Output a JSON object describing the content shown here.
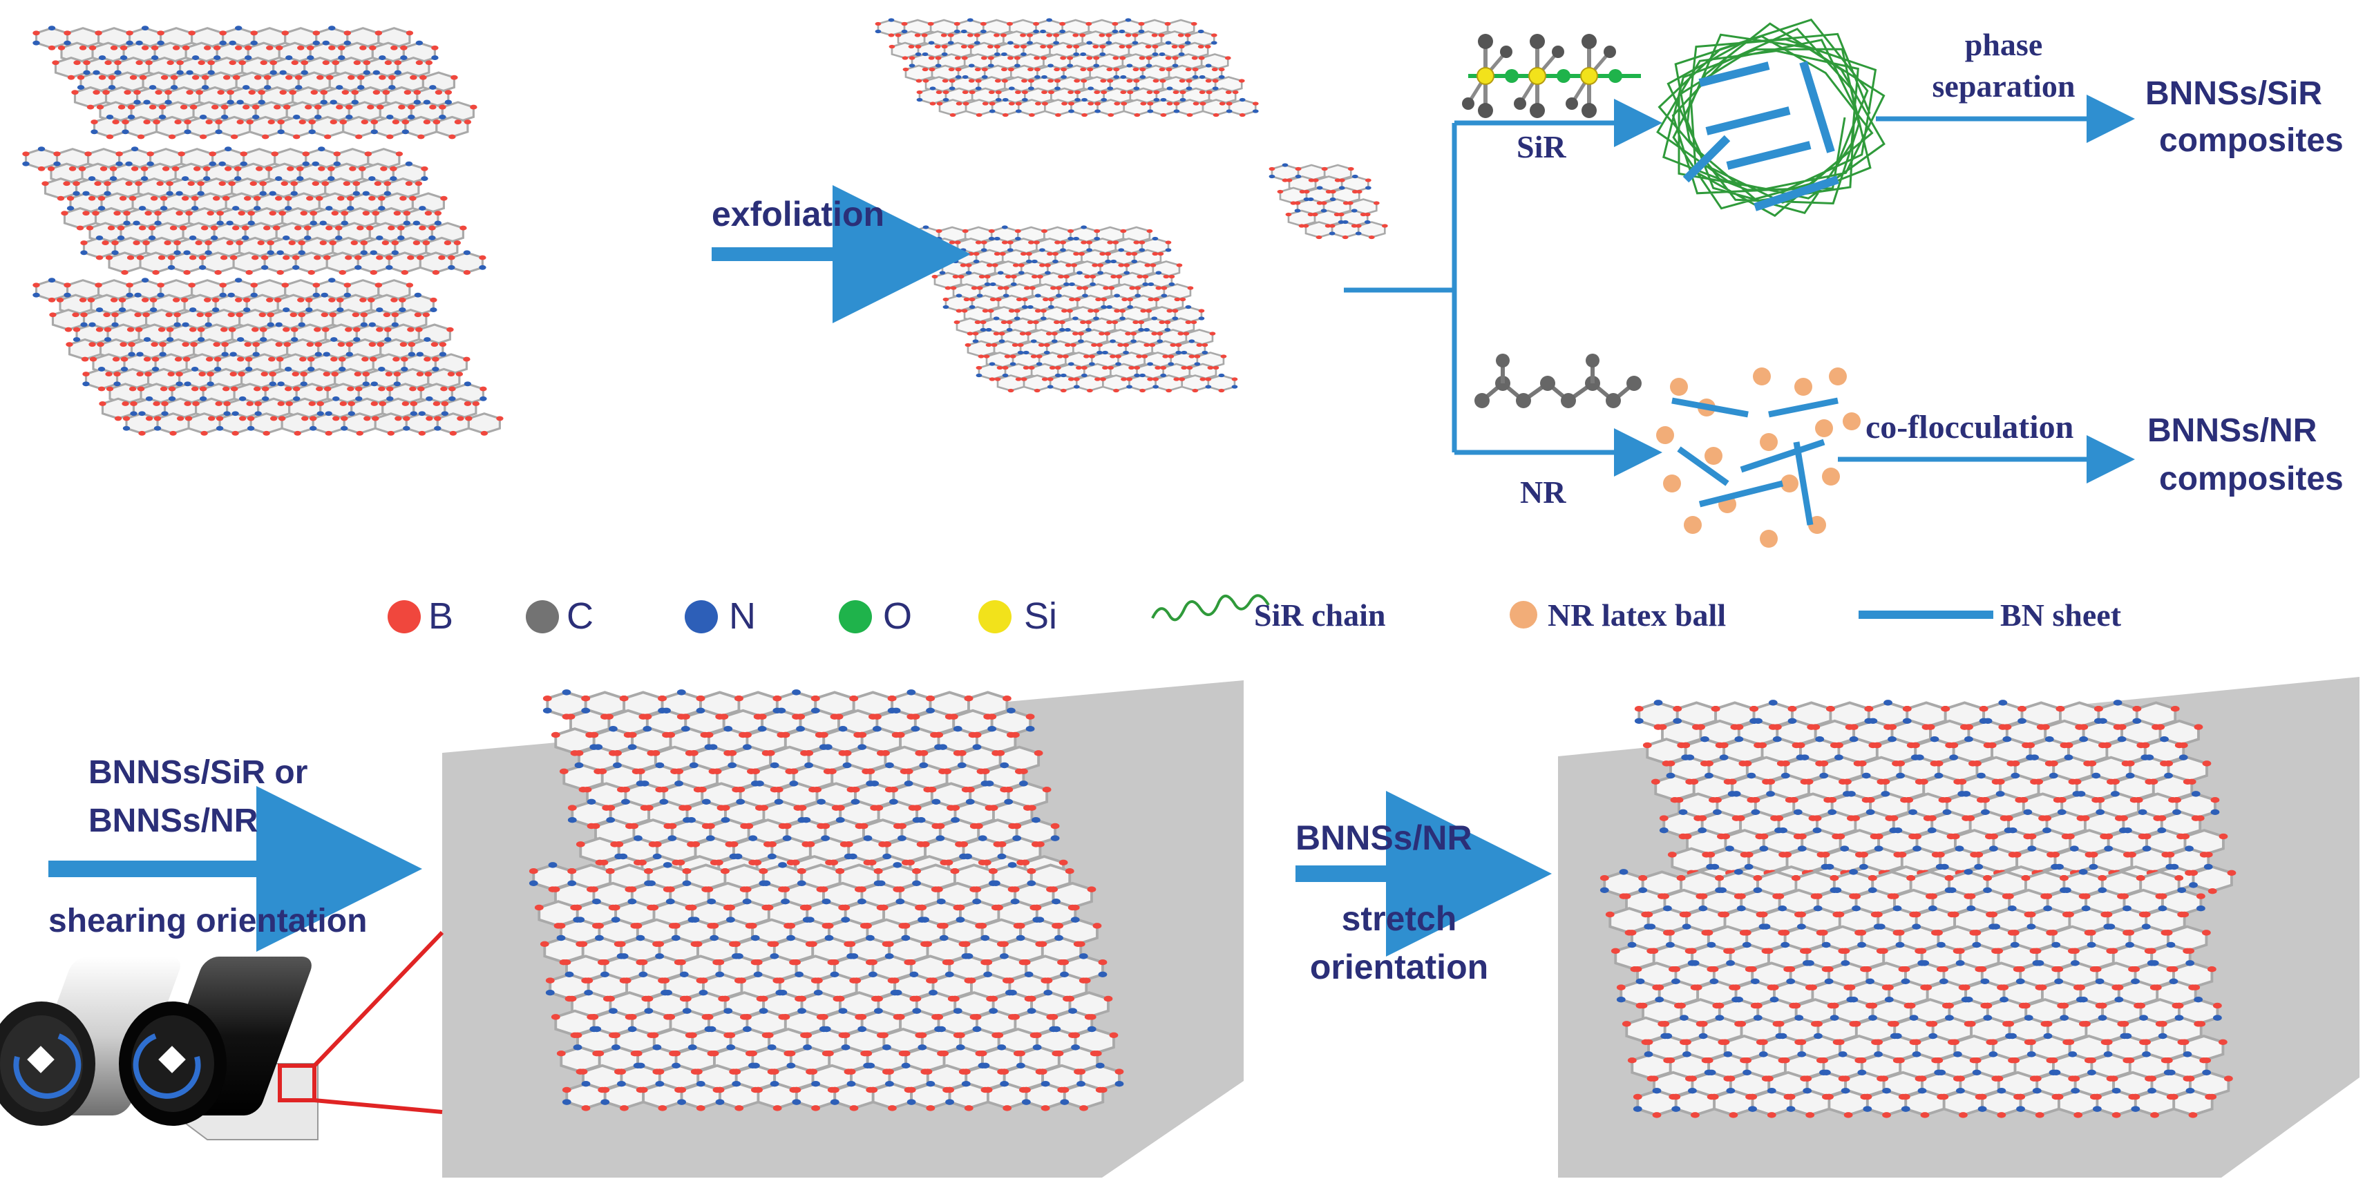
{
  "labels": {
    "exfoliation": "exfoliation",
    "sir": "SiR",
    "nr": "NR",
    "phase_separation_1": "phase",
    "phase_separation_2": "separation",
    "co_flocculation": "co-flocculation",
    "sir_product_1": "BNNSs/SiR",
    "sir_product_2": "composites",
    "nr_product_1": "BNNSs/NR",
    "nr_product_2": "composites",
    "shear_input_1": "BNNSs/SiR or",
    "shear_input_2": "BNNSs/NR",
    "shearing_orientation": "shearing orientation",
    "stretch_input": "BNNSs/NR",
    "stretch_1": "stretch",
    "stretch_2": "orientation"
  },
  "legend": {
    "atoms": [
      {
        "symbol": "B",
        "color": "#f0473d"
      },
      {
        "symbol": "C",
        "color": "#737373"
      },
      {
        "symbol": "N",
        "color": "#2d5fb8"
      },
      {
        "symbol": "O",
        "color": "#1fb34b"
      },
      {
        "symbol": "Si",
        "color": "#f2e21b"
      }
    ],
    "sir_chain": "SiR chain",
    "nr_latex": "NR latex ball",
    "bn_sheet": "BN sheet"
  },
  "colors": {
    "arrow": "#2f8fd0",
    "text": "#2b2f78",
    "sir_chain": "#2f9a3a",
    "latex": "#f2ad78",
    "panel": "#c9c9c9",
    "zoom": "#e02424"
  }
}
